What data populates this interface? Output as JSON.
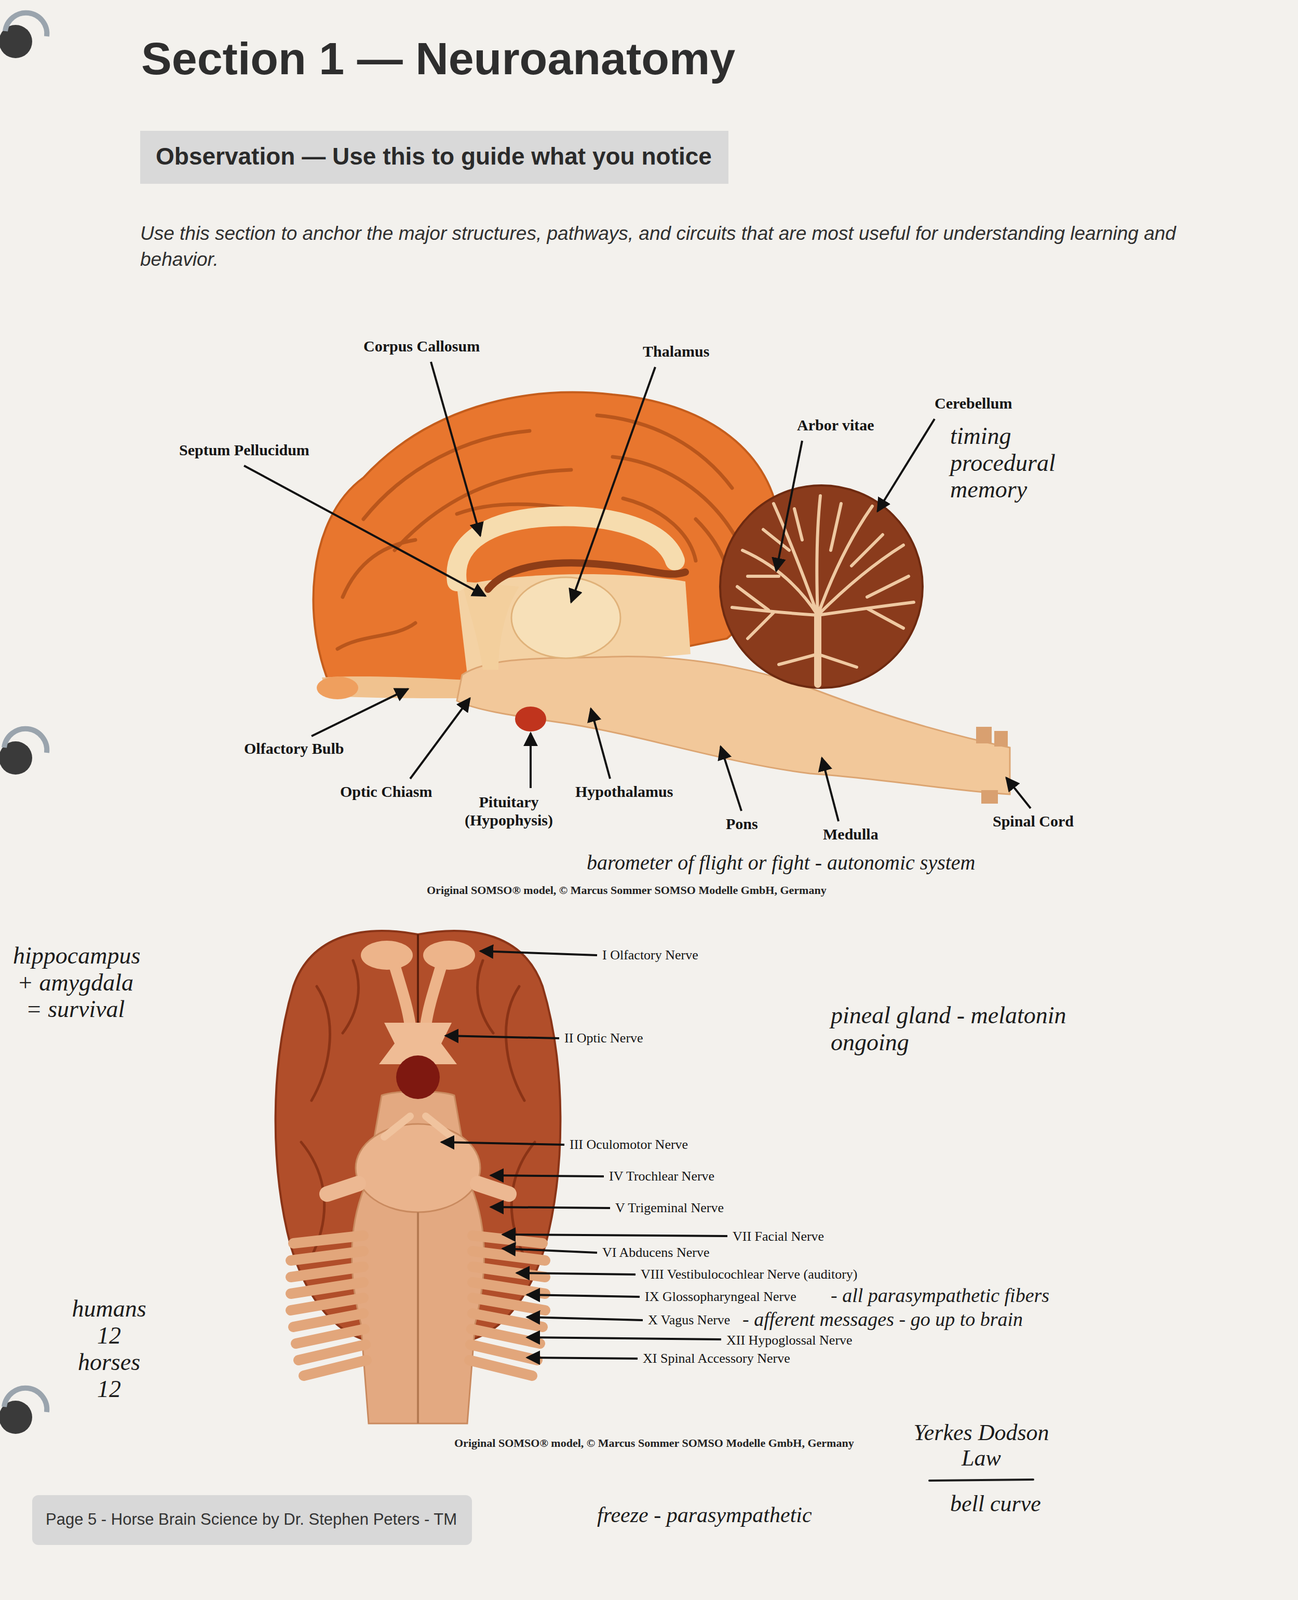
{
  "diagram": {
    "title": "Section 1 — Neuroanatomy",
    "nodes": [
      {
        "text": [
          "Observation — Use this to guide what you notice"
        ]
      },
      {
        "text": [
          "Page 5 - Horse Brain Science by Dr. Stephen Peters - TM"
        ]
      }
    ],
    "labels": [
      "Use this section to anchor the major structures, pathways, and circuits that are most useful for understanding learning and behavior.",
      "Corpus Callosum",
      "Thalamus",
      "Septum Pellucidum",
      "Arbor vitae",
      "Cerebellum",
      "timing procedural memory",
      "Olfactory Bulb",
      "Optic Chiasm",
      "Pituitary (Hypophysis)",
      "Hypothalamus",
      "Pons",
      "Medulla",
      "Spinal Cord",
      "barometer of flight or fight - autonomic system",
      "Original SOMSO® model, © Marcus Sommer SOMSO Modelle GmbH, Germany",
      "hippocampus + amygdala = survival",
      "I Olfactory Nerve",
      "II Optic Nerve",
      "pineal gland - melatonin ongoing",
      "III Oculomotor Nerve",
      "IV Trochlear Nerve",
      "V Trigeminal Nerve",
      "VII Facial Nerve",
      "VI Abducens Nerve",
      "VIII Vestibulocochlear Nerve (auditory)",
      "IX Glossopharyngeal Nerve",
      "- all parasympathetic fibers",
      "X Vagus Nerve",
      "- afferent messages - go up to brain",
      "XII Hypoglossal Nerve",
      "XI Spinal Accessory Nerve",
      "humans 12 horses 12",
      "Original SOMSO® model, © Marcus Sommer SOMSO Modelle GmbH, Germany",
      "Yerkes Dodson Law",
      "bell curve",
      "freeze - parasympathetic"
    ]
  }
}
